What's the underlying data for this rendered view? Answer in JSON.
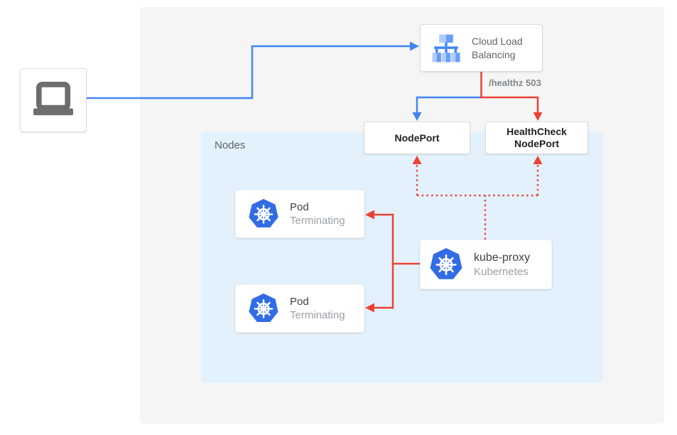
{
  "colors": {
    "blue": "#4285f4",
    "red": "#ea4335",
    "canvas_bg": "#f5f5f5",
    "nodes_bg": "#e3f1fc",
    "box_border": "#dadce0",
    "text_dark": "#202124",
    "text_body": "#3c4043",
    "text_gray": "#5f6368",
    "text_light": "#9aa0a6",
    "healthz_gray": "#80868b",
    "k8s_blue": "#326ce5",
    "gcp_blue": "#4285f4",
    "gcp_blue_med": "#669df6",
    "gcp_blue_light": "#aecbfa",
    "icon_gray": "#6d6d6d"
  },
  "diagram": {
    "client": {
      "icon": "laptop-icon"
    },
    "load_balancer": {
      "label": "Cloud Load Balancing",
      "icon": "cloud-load-balancing-icon"
    },
    "healthz_label": "/healthz 503",
    "nodeport": {
      "label": "NodePort"
    },
    "healthcheck_nodeport": {
      "label": "HealthCheck NodePort"
    },
    "nodes_group": {
      "label": "Nodes"
    },
    "pods": [
      {
        "title": "Pod",
        "status": "Terminating",
        "icon": "kubernetes-icon"
      },
      {
        "title": "Pod",
        "status": "Terminating",
        "icon": "kubernetes-icon"
      }
    ],
    "kube_proxy": {
      "title": "kube-proxy",
      "subtitle": "Kubernetes",
      "icon": "kubernetes-icon"
    }
  }
}
